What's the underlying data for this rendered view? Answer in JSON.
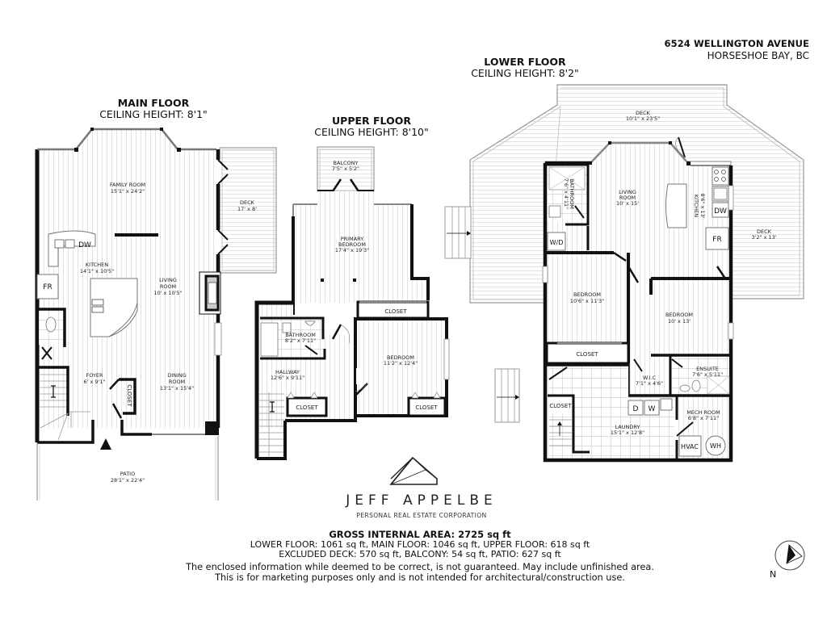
{
  "address": {
    "line1": "6524 WELLINGTON AVENUE",
    "line2": "HORSESHOE BAY, BC"
  },
  "floors": {
    "main": {
      "title": "MAIN FLOOR",
      "ceiling": "CEILING HEIGHT: 8'1\"",
      "rooms": {
        "family_room": {
          "name": "FAMILY ROOM",
          "dims": "15'1\" x 24'2\""
        },
        "deck": {
          "name": "DECK",
          "dims": "17' x 8'"
        },
        "kitchen": {
          "name": "KITCHEN",
          "dims": "14'1\" x 10'5\""
        },
        "living_room": {
          "name1": "LIVING",
          "name2": "ROOM",
          "dims": "10' x 10'5\""
        },
        "foyer": {
          "name": "FOYER",
          "dims": "6' x 9'1\""
        },
        "dining_room": {
          "name1": "DINING",
          "name2": "ROOM",
          "dims": "13'1\" x 15'4\""
        },
        "closet": {
          "name": "CLOSET"
        },
        "patio": {
          "name": "PATIO",
          "dims": "28'1\" x 22'4\""
        }
      },
      "appliances": {
        "dw": "DW",
        "fr": "FR"
      }
    },
    "upper": {
      "title": "UPPER FLOOR",
      "ceiling": "CEILING HEIGHT: 8'10\"",
      "rooms": {
        "balcony": {
          "name": "BALCONY",
          "dims": "7'5\" x 5'2\""
        },
        "primary_bedroom": {
          "name1": "PRIMARY",
          "name2": "BEDROOM",
          "dims": "17'4\" x 19'3\""
        },
        "closet_primary": {
          "name": "CLOSET"
        },
        "bathroom": {
          "name": "BATHROOM",
          "dims": "8'2\" x 7'11\""
        },
        "bedroom": {
          "name": "BEDROOM",
          "dims": "11'2\" x 12'4\""
        },
        "hallway": {
          "name": "HALLWAY",
          "dims": "12'6\" x 9'11\""
        },
        "closet_hall": {
          "name": "CLOSET"
        },
        "closet_bed": {
          "name": "CLOSET"
        }
      }
    },
    "lower": {
      "title": "LOWER FLOOR",
      "ceiling": "CEILING HEIGHT: 8'2\"",
      "rooms": {
        "deck_top": {
          "name": "DECK",
          "dims": "10'1\" x 23'5\""
        },
        "living_room": {
          "name1": "LIVING",
          "name2": "ROOM",
          "dims": "10' x 15'"
        },
        "bathroom": {
          "name": "BATHROOM",
          "dims": "7'6\" x 4'11\""
        },
        "kitchen": {
          "name": "KITCHEN",
          "dims": "8'6\" x 13'"
        },
        "deck_right": {
          "name": "DECK",
          "dims": "3'2\" x 13'"
        },
        "bedroom1": {
          "name": "BEDROOM",
          "dims": "10'6\" x 11'3\""
        },
        "bedroom2": {
          "name": "BEDROOM",
          "dims": "10' x 13'"
        },
        "closet_bed": {
          "name": "CLOSET"
        },
        "wic": {
          "name": "W.I.C",
          "dims": "7'1\" x 4'6\""
        },
        "ensuite": {
          "name": "ENSUITE",
          "dims": "7'6\" x 5'11\""
        },
        "closet_stair": {
          "name": "CLOSET"
        },
        "laundry": {
          "name": "LAUNDRY",
          "dims": "15'1\" x 12'8\""
        },
        "mech_room": {
          "name": "MECH ROOM",
          "dims": "6'8\" x 7'11\""
        }
      },
      "appliances": {
        "wd": "W/D",
        "dw": "DW",
        "fr": "FR",
        "d": "D",
        "w": "W",
        "hvac": "HVAC",
        "wh": "WH"
      }
    }
  },
  "branding": {
    "name": "JEFF APPELBE",
    "subtitle": "PERSONAL REAL ESTATE CORPORATION"
  },
  "area": {
    "gross": "GROSS INTERNAL AREA: 2725 sq ft",
    "floors": "LOWER FLOOR: 1061 sq ft, MAIN FLOOR: 1046 sq ft, UPPER FLOOR: 618 sq ft",
    "excluded": "EXCLUDED DECK: 570 sq ft, BALCONY: 54 sq ft, PATIO: 627 sq ft"
  },
  "disclaimer": {
    "line1": "The enclosed information while deemed to be correct, is not guaranteed. May include unfinished area.",
    "line2": "This is for marketing purposes only and is not intended for architectural/construction use."
  },
  "compass": {
    "label": "N"
  }
}
